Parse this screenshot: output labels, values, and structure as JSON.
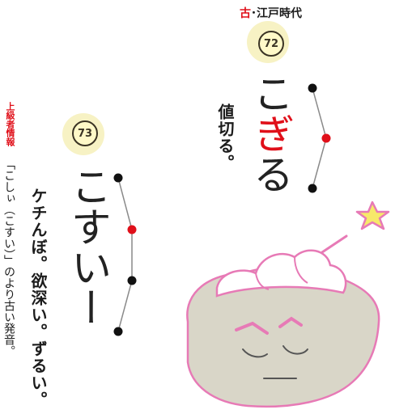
{
  "entry72": {
    "category_prefix": "古",
    "category_rest": "･江戸時代",
    "number": "72",
    "word_chars": [
      "こ",
      "ぎ",
      "る"
    ],
    "meaning": "値切る。"
  },
  "entry73": {
    "number": "73",
    "word_chars": [
      "こ",
      "す",
      "い",
      "ー"
    ],
    "meaning": "ケチんぼ。欲深い。ずるい。",
    "note_tag": "上級者情報",
    "note": "「こしぃ（こすい）」のより古い発音。"
  },
  "colors": {
    "accent_red": "#e0101a",
    "badge_fill": "#fff9c8",
    "character_pink": "#e77ab6",
    "character_face": "#d9d6c8"
  },
  "icons": {
    "pitch_dot": "black-dot",
    "pitch_dot_accent": "red-dot",
    "sparkle": "star-icon",
    "character": "character-illustration"
  }
}
